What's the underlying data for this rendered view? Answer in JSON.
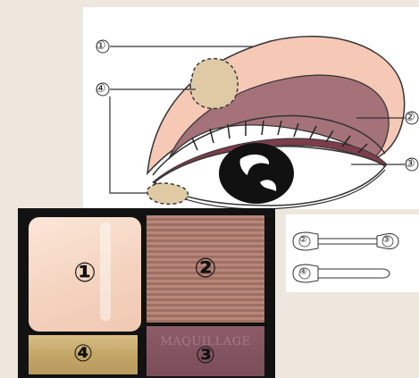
{
  "callouts": {
    "shade1": "①",
    "shade2": "②",
    "shade3": "③",
    "shade4": "④"
  },
  "palette": {
    "brand_mark": "MAQUILLAGE",
    "pans": [
      {
        "number": "①",
        "color": "#f6d7c5"
      },
      {
        "number": "②",
        "color": "#a97b70"
      },
      {
        "number": "③",
        "color": "#7d4f5a"
      },
      {
        "number": "④",
        "color": "#c9ad74"
      }
    ]
  },
  "applicators": {
    "brush_top_left": "②",
    "brush_top_right": "③",
    "brush_bottom": "④"
  },
  "colors": {
    "shade1_area": "#f6c8b6",
    "shade2_area": "#a47278",
    "shade3_line": "#7c3e4c",
    "shade4_highlight": "#dfcaa5",
    "background": "#ede7dd"
  }
}
